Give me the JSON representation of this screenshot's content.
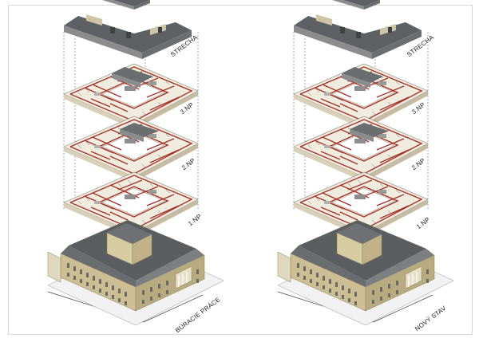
{
  "left": {
    "floors": [
      "STRECHA",
      "3.NP",
      "2.NP",
      "1.NP"
    ],
    "caption": "BÚRACIE PRÁCE"
  },
  "right": {
    "floors": [
      "STRECHA",
      "3.NP",
      "2.NP",
      "1.NP"
    ],
    "caption": "NOVÝ STAV"
  },
  "colors": {
    "roof": "#6f7275",
    "roof_light": "#9a9da0",
    "facade": "#cdbf93",
    "facade_dark": "#a89b74",
    "wall_red": "#a2332a",
    "floor_slab": "#ece6d6",
    "line": "#555555"
  }
}
